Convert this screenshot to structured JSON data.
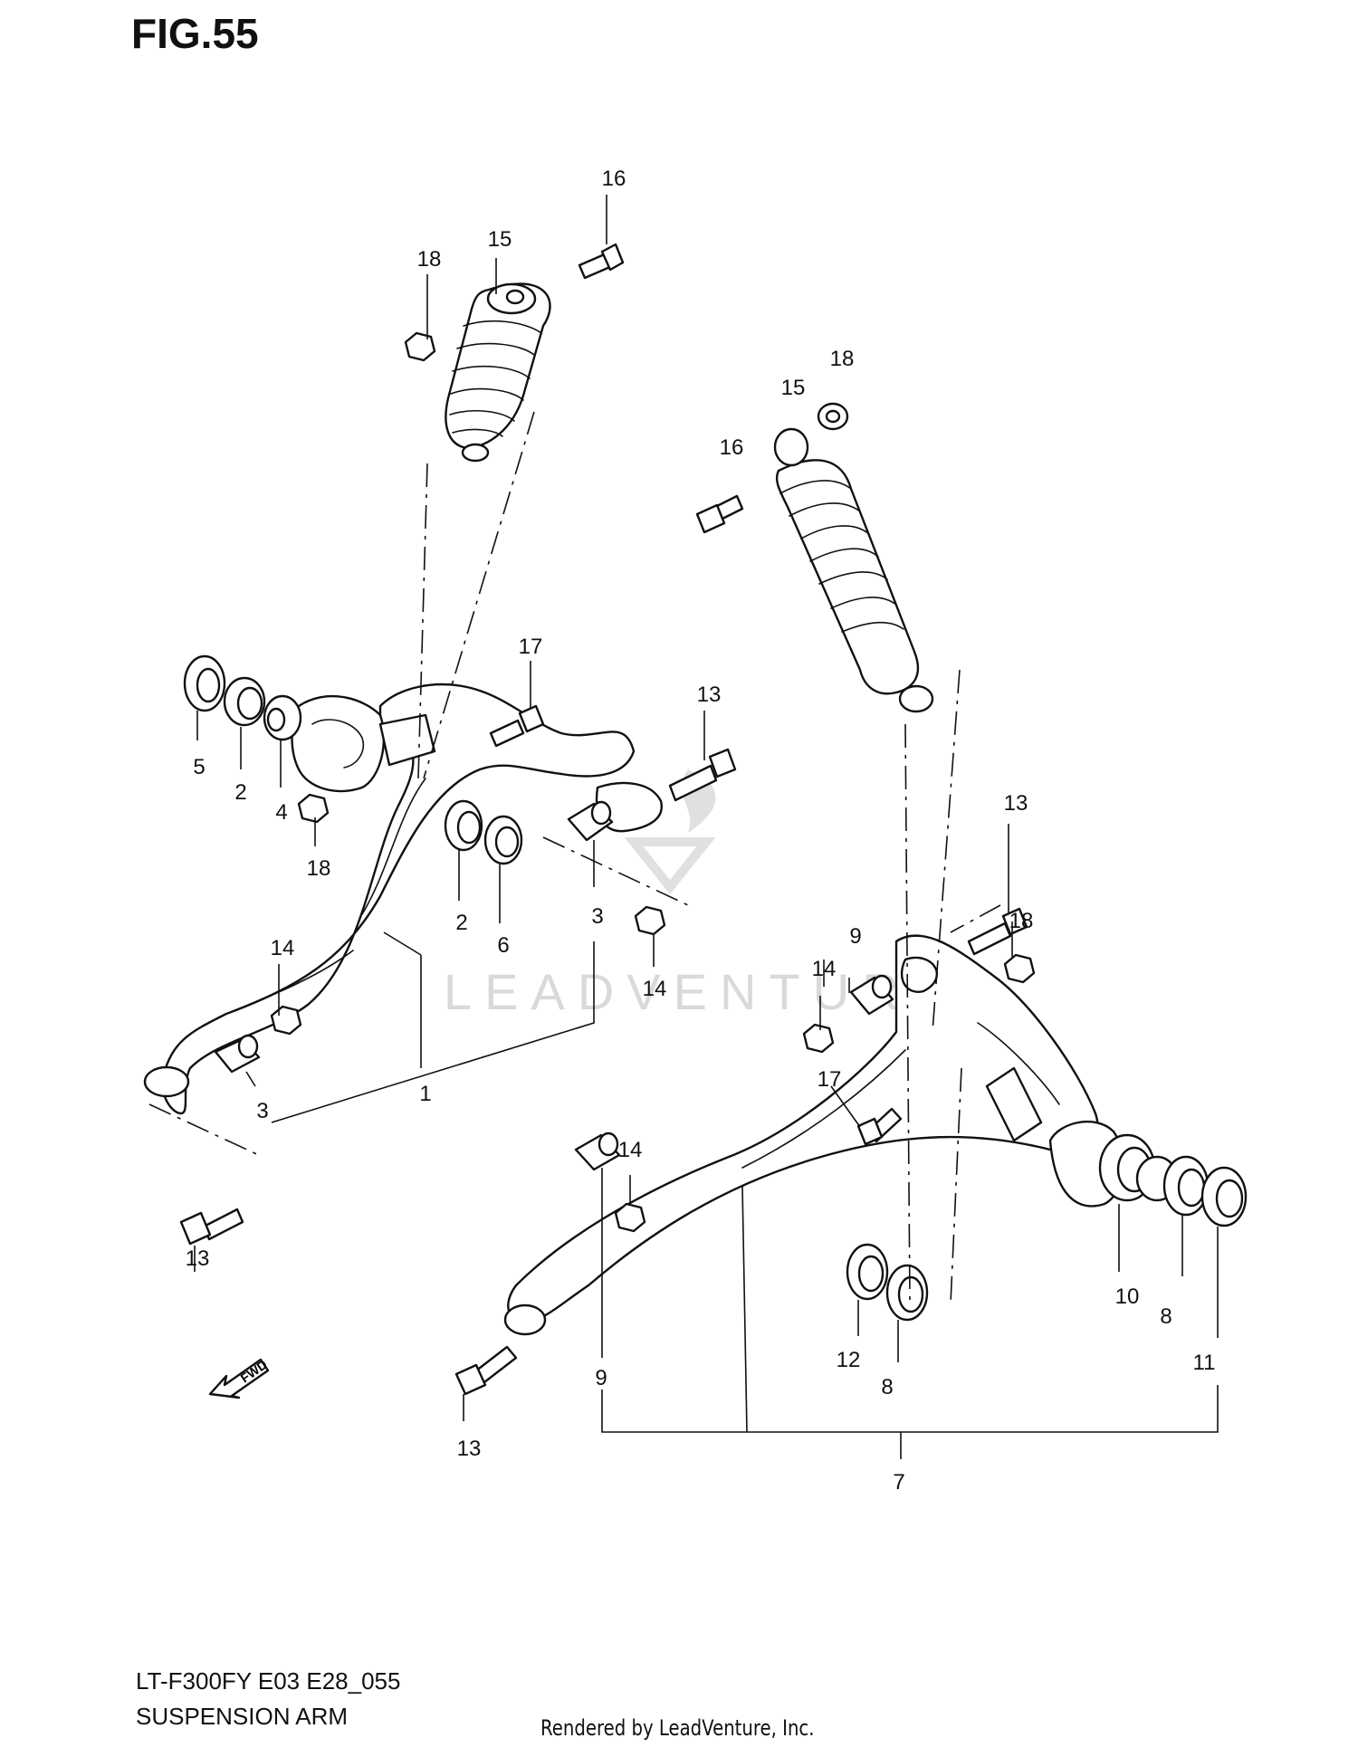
{
  "figure": {
    "title": "FIG.55"
  },
  "watermark": {
    "text": "LEADVENTURE"
  },
  "fwd_arrow": {
    "label": "FWD"
  },
  "callouts": {
    "c1": "1",
    "c2a": "2",
    "c2b": "2",
    "c3a": "3",
    "c3b": "3",
    "c4": "4",
    "c5": "5",
    "c6": "6",
    "c7": "7",
    "c8a": "8",
    "c8b": "8",
    "c9a": "9",
    "c9b": "9",
    "c10": "10",
    "c11": "11",
    "c12": "12",
    "c13a": "13",
    "c13b": "13",
    "c13c": "13",
    "c13d": "13",
    "c14a": "14",
    "c14b": "14",
    "c14c": "14",
    "c14d": "14",
    "c15a": "15",
    "c15b": "15",
    "c16a": "16",
    "c16b": "16",
    "c17a": "17",
    "c17b": "17",
    "c18a": "18",
    "c18b": "18",
    "c18c": "18",
    "c18d": "18"
  },
  "footer": {
    "model": "LT-F300FY E03 E28_055",
    "name": "SUSPENSION ARM",
    "rendered_by": "Rendered by LeadVenture, Inc."
  }
}
